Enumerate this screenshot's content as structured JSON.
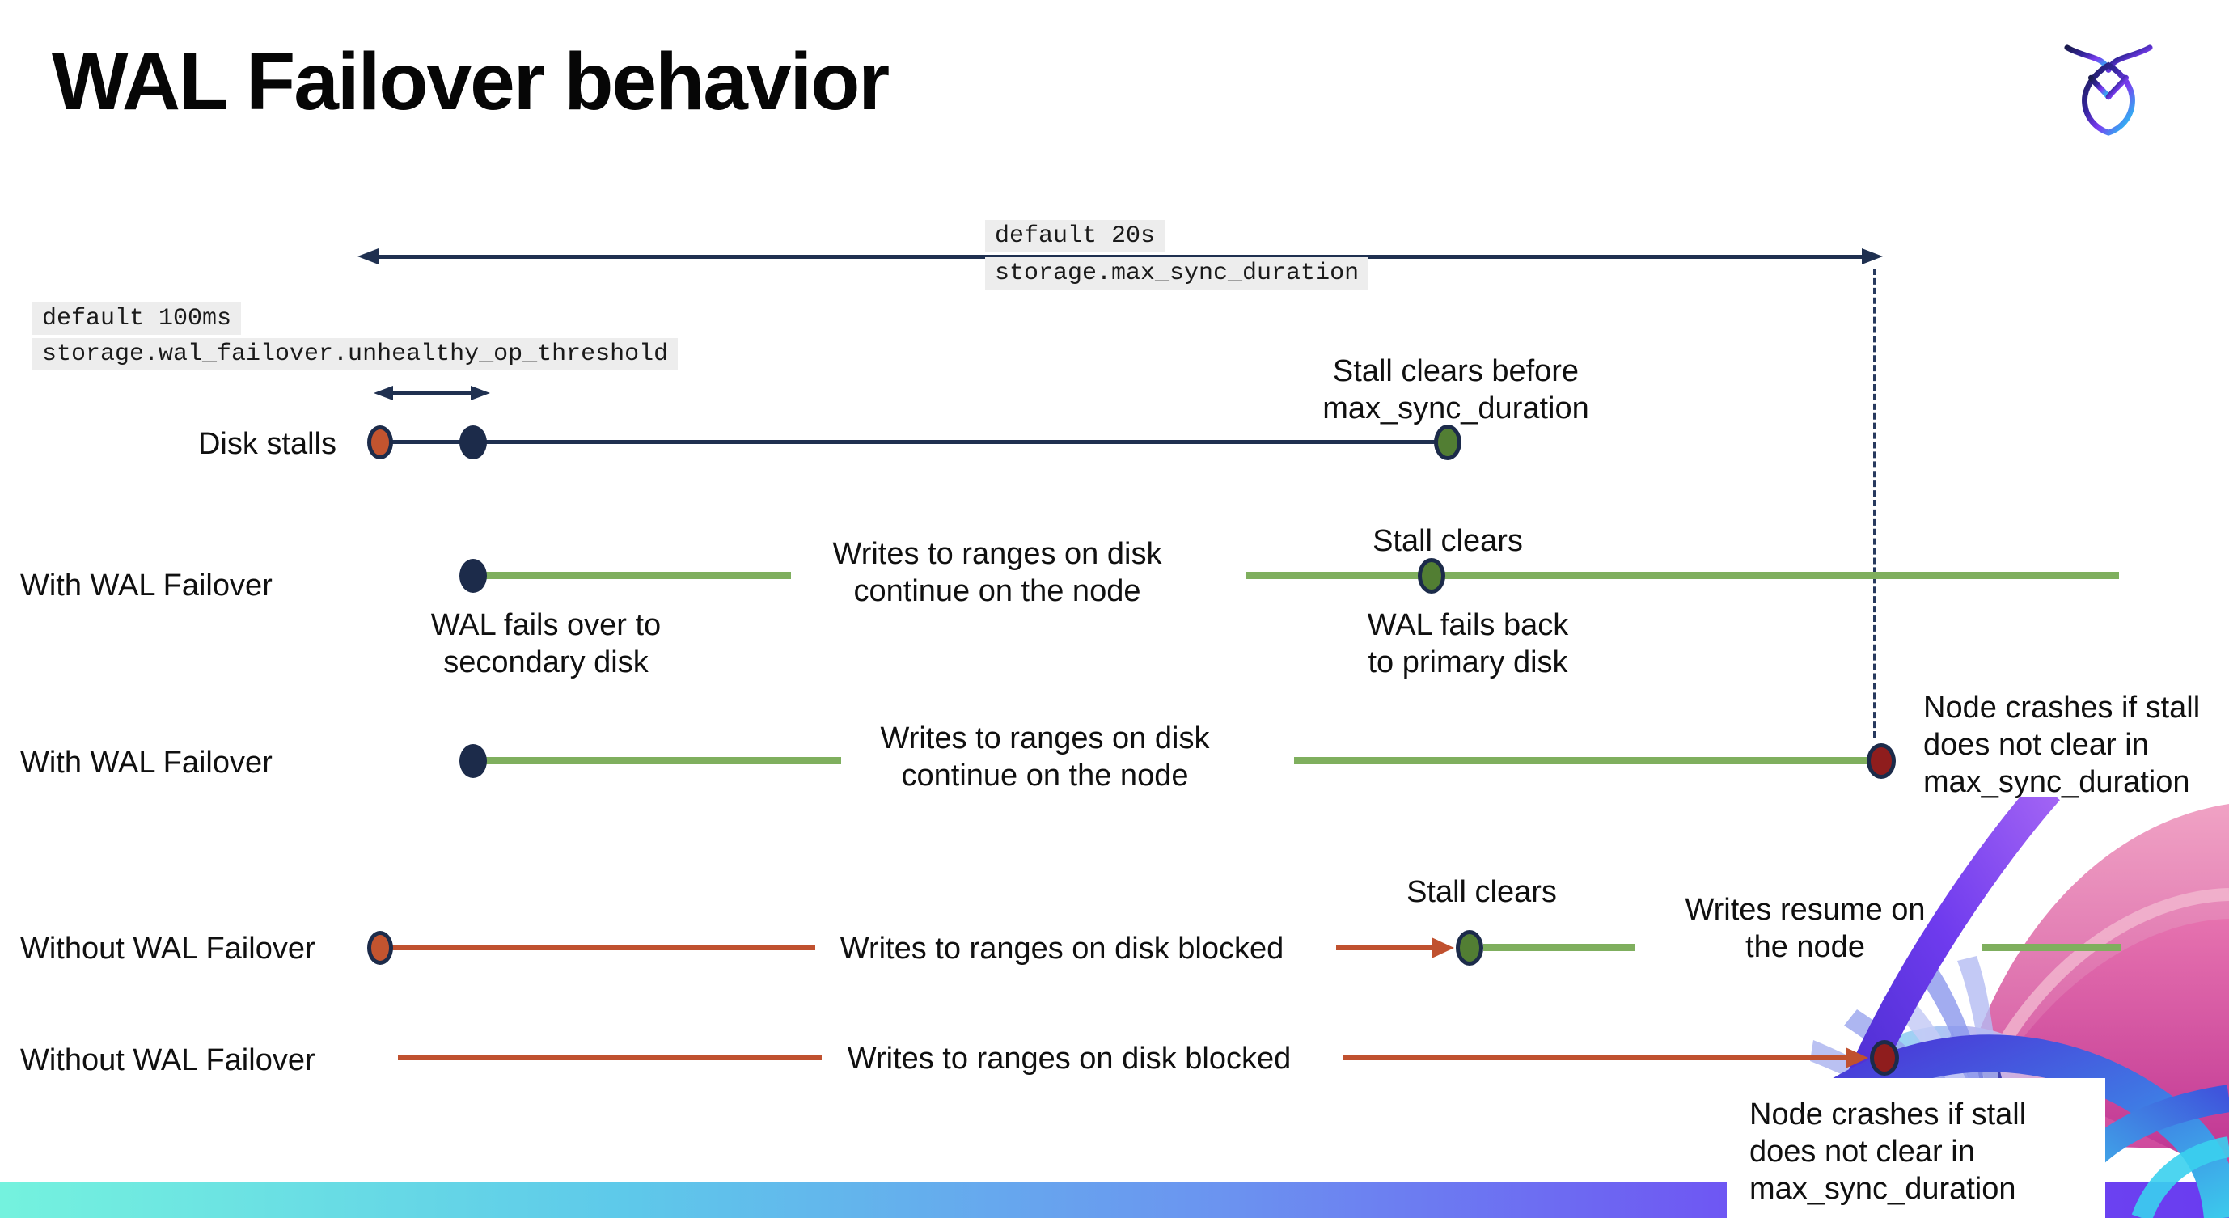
{
  "title": "WAL Failover behavior",
  "logo": {
    "name": "cockroachdb-mark"
  },
  "config_labels": {
    "max_sync_default": "default 20s",
    "max_sync_setting": "storage.max_sync_duration",
    "threshold_default": "default 100ms",
    "threshold_setting": "storage.wal_failover.unhealthy_op_threshold"
  },
  "rows": [
    {
      "label": "Disk stalls"
    },
    {
      "label": "With WAL Failover"
    },
    {
      "label": "With WAL Failover"
    },
    {
      "label": "Without WAL Failover"
    },
    {
      "label": "Without WAL Failover"
    }
  ],
  "notes": {
    "stall_clears_before_max": "Stall clears before\nmax_sync_duration",
    "writes_continue_row2": "Writes to ranges on disk\ncontinue on the node",
    "stall_clears_row2": "Stall clears",
    "wal_fails_over": "WAL fails over to\nsecondary disk",
    "wal_fails_back": "WAL fails  back\nto primary disk",
    "writes_continue_row3": "Writes to ranges on disk\ncontinue on the node",
    "node_crashes_row3": "Node crashes if stall\ndoes not clear in\nmax_sync_duration",
    "writes_blocked_row4": "Writes to ranges on disk  blocked",
    "stall_clears_row4": "Stall clears",
    "writes_resume": "Writes resume on\nthe node",
    "writes_blocked_row5": "Writes to ranges on disk  blocked",
    "node_crashes_row5": "Node crashes if stall\ndoes not clear in\nmax_sync_duration"
  },
  "colors": {
    "navy": "#1f3050",
    "navy_dot": "#1c2b4a",
    "green_line": "#7faf5e",
    "green_dot": "#527e33",
    "red_line": "#c0512f",
    "red_dot": "#c3542f",
    "dark_red_dot": "#8f1d1d",
    "config_label_bg": "#ededed",
    "bottom_bar_gradient": [
      "#74f2de",
      "#5ec9ea",
      "#6b93f0",
      "#6e55f3",
      "#6a3bf0"
    ]
  }
}
